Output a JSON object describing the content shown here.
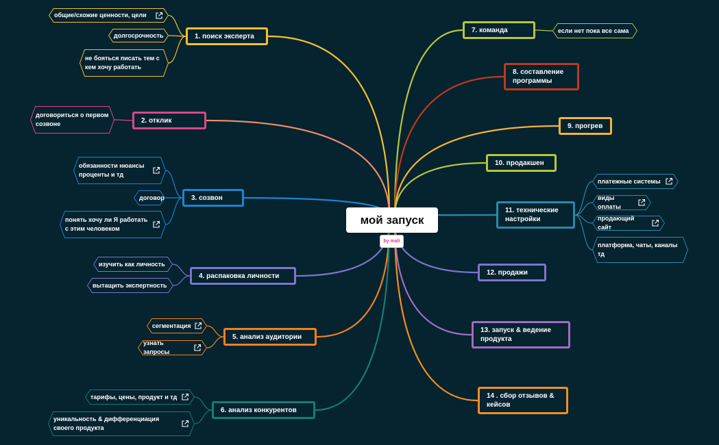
{
  "colors": {
    "background": "#062330",
    "topic1": "#f2c12e",
    "topic2": "#d9488a",
    "topic3": "#1a86d0",
    "topic4": "#7b77c9",
    "topic5": "#f0821e",
    "topic6": "#12806f",
    "topic7": "#b2c93a",
    "topic8": "#c0391b",
    "topic9": "#f5b43a",
    "topic10": "#b2c93a",
    "topic11": "#2b8aa8",
    "topic12": "#7b77c9",
    "topic13": "#a56bc2",
    "topic14": "#f0911e",
    "root_edge_left2": "#f08a6a"
  },
  "root": {
    "label": "мой запуск",
    "badge": "by mali"
  },
  "topics": [
    {
      "id": "t1",
      "label": "1.  поиск эксперта",
      "color": "#f2c12e",
      "subs": [
        {
          "label": "общие/схожие ценности, цели",
          "link": true
        },
        {
          "label": "долгосрочность",
          "link": false
        },
        {
          "label": "не бояться писать тем с\nкем хочу работать",
          "link": false
        }
      ]
    },
    {
      "id": "t2",
      "label": "2.  отклик",
      "color": "#d9488a",
      "subs": [
        {
          "label": "договориться о первом\nсозвоне",
          "link": false
        }
      ]
    },
    {
      "id": "t3",
      "label": "3.  созвон",
      "color": "#1a86d0",
      "subs": [
        {
          "label": "обязанности нюансы\nпроценты и тд",
          "link": true
        },
        {
          "label": "договор",
          "link": false
        },
        {
          "label": "понять хочу ли Я работать\nс этим человеком",
          "link": true
        }
      ]
    },
    {
      "id": "t4",
      "label": "4.  распаковка личности",
      "color": "#7b77c9",
      "subs": [
        {
          "label": "изучить как личность",
          "link": false
        },
        {
          "label": "вытащить экспертность",
          "link": false
        }
      ]
    },
    {
      "id": "t5",
      "label": "5.  анализ аудитории",
      "color": "#f0821e",
      "subs": [
        {
          "label": "сегментация",
          "link": true
        },
        {
          "label": "узнать запросы",
          "link": true
        }
      ]
    },
    {
      "id": "t6",
      "label": "6.  анализ конкурентов",
      "color": "#12806f",
      "subs": [
        {
          "label": "тарифы, цены, продукт и тд",
          "link": true
        },
        {
          "label": "уникальность & дифференциация\nсвоего продукта",
          "link": true
        }
      ]
    },
    {
      "id": "t7",
      "label": "7.  команда",
      "color": "#b2c93a",
      "subs": [
        {
          "label": "если нет пока все сама",
          "link": false
        }
      ]
    },
    {
      "id": "t8",
      "label": "8.  составление\nпрограммы",
      "color": "#c0391b",
      "subs": []
    },
    {
      "id": "t9",
      "label": "9.  прогрев",
      "color": "#f5b43a",
      "subs": []
    },
    {
      "id": "t10",
      "label": "10.  продакшен",
      "color": "#b2c93a",
      "subs": []
    },
    {
      "id": "t11",
      "label": "11.  технические\nнастройки",
      "color": "#2b8aa8",
      "subs": [
        {
          "label": "платежные системы",
          "link": true
        },
        {
          "label": "виды оплаты",
          "link": true
        },
        {
          "label": "продающий сайт",
          "link": true
        },
        {
          "label": "платформа, чаты, каналы\nтд",
          "link": false
        }
      ]
    },
    {
      "id": "t12",
      "label": "12.  продажи",
      "color": "#7b77c9",
      "subs": []
    },
    {
      "id": "t13",
      "label": "13.  запуск & ведение\nпродукта",
      "color": "#a56bc2",
      "subs": []
    },
    {
      "id": "t14",
      "label": "14 . сбор отзывов &\nкейсов",
      "color": "#f0911e",
      "subs": []
    }
  ]
}
